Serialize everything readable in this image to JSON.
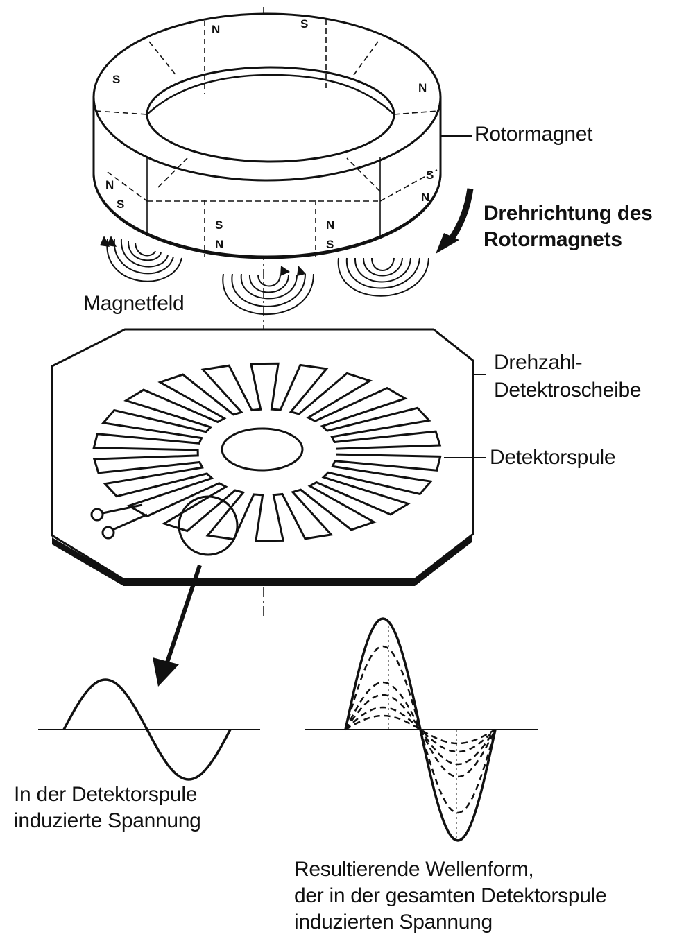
{
  "labels": {
    "rotor_magnet": "Rotormagnet",
    "rotation_direction_line1": "Drehrichtung des",
    "rotation_direction_line2": "Rotormagnets",
    "magnetic_field": "Magnetfeld",
    "speed_disc_line1": "Drehzahl-",
    "speed_disc_line2": "Detektroscheibe",
    "detector_coil": "Detektorspule",
    "induced_voltage_line1": "In der Detektorspule",
    "induced_voltage_line2": "induzierte Spannung",
    "resulting_waveform_line1": "Resultierende Wellenform,",
    "resulting_waveform_line2": "der in der gesamten Detektorspule",
    "resulting_waveform_line3": "induzierten Spannung"
  },
  "poles": {
    "top_front": "N",
    "top_back": "S",
    "top_left": "S",
    "top_right": "N",
    "side_left_n": "N",
    "side_left_s": "S",
    "side_mid_s": "S",
    "side_mid_n": "N",
    "side_midright_n": "N",
    "side_midright_s": "S",
    "side_right_s": "S",
    "side_right_n": "N"
  },
  "colors": {
    "ink": "#111111",
    "paper": "#ffffff"
  }
}
